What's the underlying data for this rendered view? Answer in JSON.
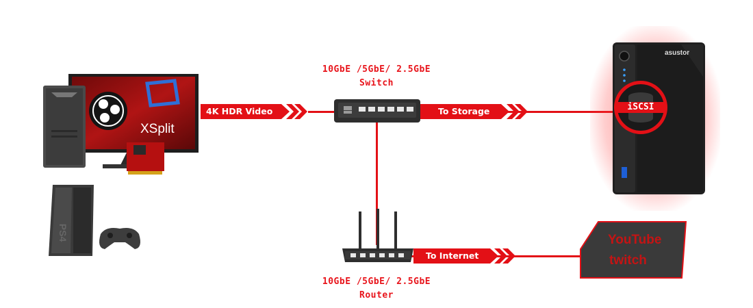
{
  "switch": {
    "speeds": "10GbE /5GbE/ 2.5GbE",
    "name": "Switch"
  },
  "router": {
    "speeds": "10GbE /5GbE/ 2.5GbE",
    "name": "Router"
  },
  "links": {
    "video": "4K HDR Video",
    "storage": "To Storage",
    "internet": "To Internet"
  },
  "pc": {
    "app_xsplit": "XSplit"
  },
  "console": {
    "logo": "PS4"
  },
  "nas": {
    "brand": "asustor",
    "protocol": "iSCSI"
  },
  "services": {
    "youtube": "YouTube",
    "twitch": "twitch"
  },
  "colors": {
    "accent": "#e31016",
    "dark": "#2b2b2b"
  }
}
